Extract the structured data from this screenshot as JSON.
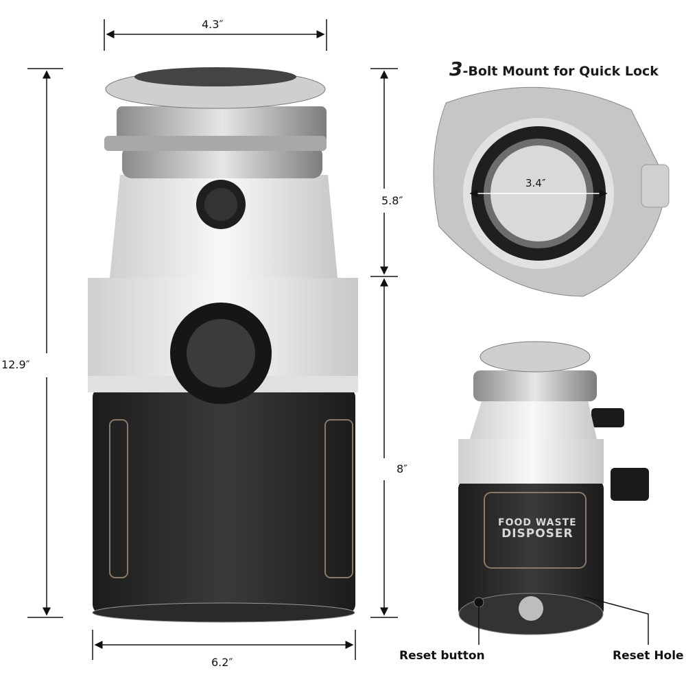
{
  "dimensions": {
    "top_width": "4.3″",
    "total_height": "12.9″",
    "upper_height": "5.8″",
    "lower_height": "8″",
    "bottom_width": "6.2″",
    "inlet_diameter": "3.4″"
  },
  "mount_title": {
    "number": "3",
    "text": "-Bolt Mount for Quick Lock"
  },
  "product_label": {
    "line1": "FOOD WASTE",
    "line2": "DISPOSER"
  },
  "callouts": {
    "reset_button": "Reset button",
    "reset_hole": "Reset Hole"
  },
  "colors": {
    "body_black": "#2b2b2b",
    "housing_white": "#ececec",
    "metal": "#b9b9b9"
  }
}
